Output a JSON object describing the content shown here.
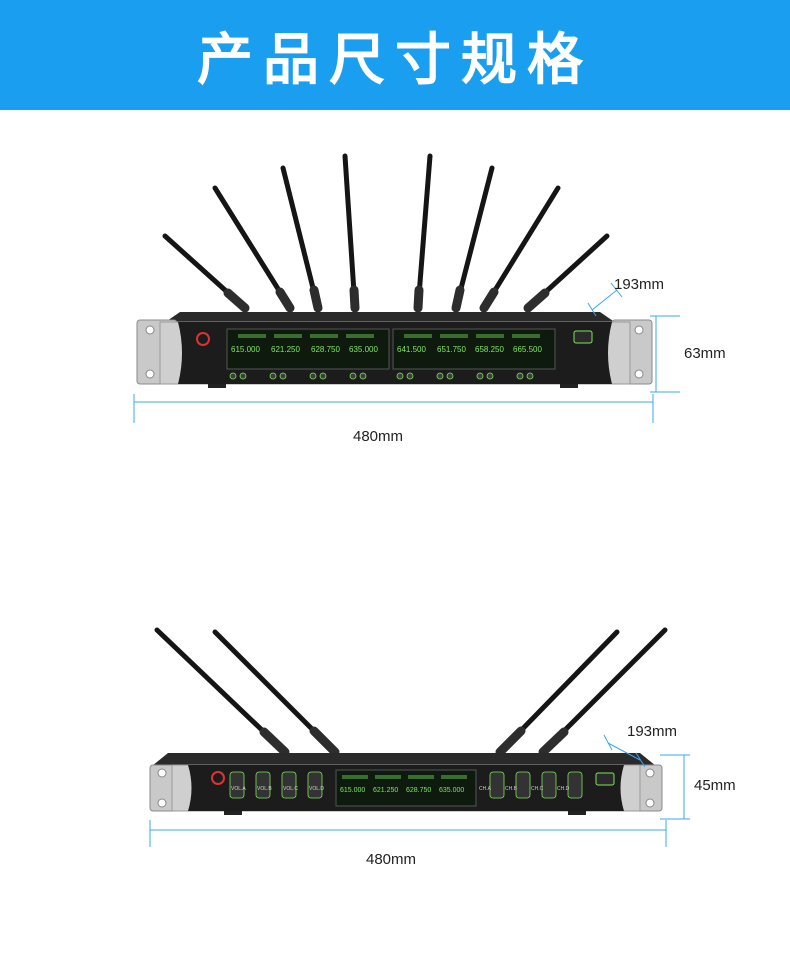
{
  "header": {
    "title": "产品尺寸规格"
  },
  "colors": {
    "header_bg": "#1a9ef0",
    "dimension_line": "#3aa7f0",
    "lcd_green": "#7ee65a"
  },
  "product1": {
    "depth": "193mm",
    "height": "63mm",
    "width": "480mm",
    "frequencies": [
      "615.000",
      "621.250",
      "628.750",
      "635.000",
      "641.500",
      "651.750",
      "658.250",
      "665.500"
    ]
  },
  "product2": {
    "depth": "193mm",
    "height": "45mm",
    "width": "480mm",
    "frequencies": [
      "615.000",
      "621.250",
      "628.750",
      "635.000"
    ],
    "vol_labels": [
      "VOL.A",
      "VOL.B",
      "VOL.C",
      "VOL.D"
    ],
    "ch_labels": [
      "CH.A",
      "CH.B",
      "CH.C",
      "CH.D"
    ]
  }
}
